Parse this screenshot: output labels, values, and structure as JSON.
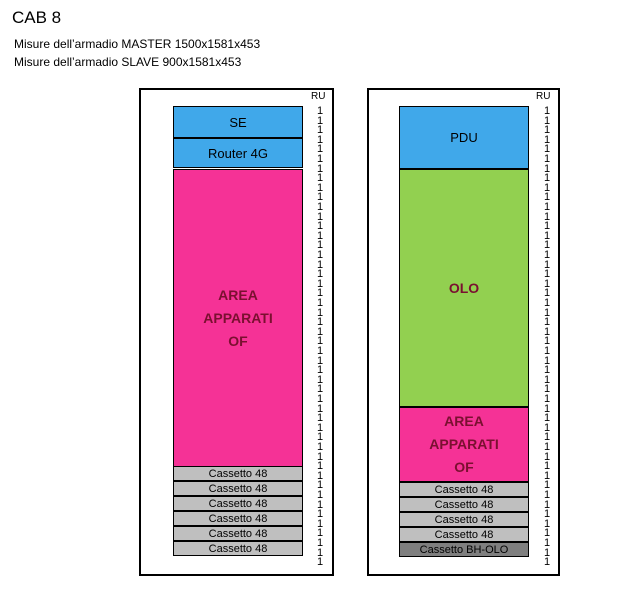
{
  "page": {
    "title": "CAB 8",
    "line1": "Misure dell’armadio MASTER 1500x1581x453",
    "line2": "Misure dell’armadio SLAVE 900x1581x453"
  },
  "colors": {
    "blue": "#40a8ea",
    "pink": "#f53296",
    "green": "#92d050",
    "grey": "#bfbfbf",
    "dark_grey": "#7f7f7f"
  },
  "master": {
    "ru_header": "RU",
    "ru_values": [
      "1",
      "1",
      "1",
      "1",
      "1",
      "1",
      "1",
      "1",
      "1",
      "1",
      "1",
      "1",
      "1",
      "1",
      "1",
      "1",
      "1",
      "1",
      "1",
      "1",
      "1",
      "1",
      "1",
      "1",
      "1",
      "1",
      "1",
      "1",
      "1",
      "1",
      "1",
      "1",
      "1",
      "1",
      "1",
      "1",
      "1",
      "1",
      "1",
      "1",
      "1",
      "1",
      "1",
      "1",
      "1",
      "1",
      "1",
      "1"
    ],
    "slots": [
      {
        "name": "se",
        "label": "SE",
        "color": "#40a8ea",
        "style": "small"
      },
      {
        "name": "router-4g",
        "label": "Router 4G",
        "color": "#40a8ea",
        "style": "small"
      },
      {
        "name": "area-apparati-of",
        "label": "AREA APPARATI OF",
        "color": "#f53296",
        "style": "big"
      },
      {
        "name": "cassetto-48",
        "label": "Cassetto 48",
        "color": "#bfbfbf",
        "style": "tiny"
      },
      {
        "name": "cassetto-48",
        "label": "Cassetto 48",
        "color": "#bfbfbf",
        "style": "tiny"
      },
      {
        "name": "cassetto-48",
        "label": "Cassetto 48",
        "color": "#bfbfbf",
        "style": "tiny"
      },
      {
        "name": "cassetto-48",
        "label": "Cassetto 48",
        "color": "#bfbfbf",
        "style": "tiny"
      },
      {
        "name": "cassetto-48",
        "label": "Cassetto 48",
        "color": "#bfbfbf",
        "style": "tiny"
      },
      {
        "name": "cassetto-48",
        "label": "Cassetto 48",
        "color": "#bfbfbf",
        "style": "tiny"
      }
    ]
  },
  "slave": {
    "ru_header": "RU",
    "ru_values": [
      "1",
      "1",
      "1",
      "1",
      "1",
      "1",
      "1",
      "1",
      "1",
      "1",
      "1",
      "1",
      "1",
      "1",
      "1",
      "1",
      "1",
      "1",
      "1",
      "1",
      "1",
      "1",
      "1",
      "1",
      "1",
      "1",
      "1",
      "1",
      "1",
      "1",
      "1",
      "1",
      "1",
      "1",
      "1",
      "1",
      "1",
      "1",
      "1",
      "1",
      "1",
      "1",
      "1",
      "1",
      "1",
      "1",
      "1",
      "1"
    ],
    "slots": [
      {
        "name": "pdu",
        "label": "PDU",
        "color": "#40a8ea",
        "style": "small"
      },
      {
        "name": "olo",
        "label": "OLO",
        "color": "#92d050",
        "style": "big"
      },
      {
        "name": "area-apparati-of",
        "label": "AREA APPARATI OF",
        "color": "#f53296",
        "style": "big"
      },
      {
        "name": "cassetto-48",
        "label": "Cassetto 48",
        "color": "#bfbfbf",
        "style": "tiny"
      },
      {
        "name": "cassetto-48",
        "label": "Cassetto 48",
        "color": "#bfbfbf",
        "style": "tiny"
      },
      {
        "name": "cassetto-48",
        "label": "Cassetto 48",
        "color": "#bfbfbf",
        "style": "tiny"
      },
      {
        "name": "cassetto-48",
        "label": "Cassetto 48",
        "color": "#bfbfbf",
        "style": "tiny"
      },
      {
        "name": "cassetto-bh-olo",
        "label": "Cassetto BH-OLO",
        "color": "#7f7f7f",
        "style": "tiny"
      }
    ]
  }
}
